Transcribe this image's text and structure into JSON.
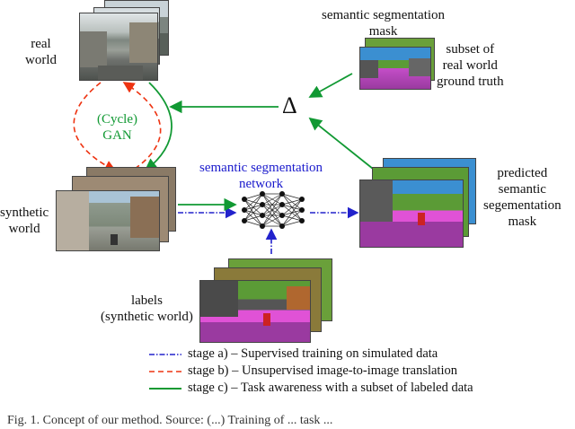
{
  "diagram": {
    "real_world_label_1": "real",
    "real_world_label_2": "world",
    "gan_label_1": "(Cycle)",
    "gan_label_2": "GAN",
    "synthetic_world_label_1": "synthetic",
    "synthetic_world_label_2": "world",
    "delta_symbol": "Δ",
    "mask_label_1": "semantic segmentation",
    "mask_label_2": "mask",
    "subset_label_1": "subset of",
    "subset_label_2": "real world",
    "subset_label_3": "ground truth",
    "network_label_1": "semantic segmentation",
    "network_label_2": "network",
    "predicted_label_1": "predicted",
    "predicted_label_2": "semantic",
    "predicted_label_3": "segementation",
    "predicted_label_4": "mask",
    "labels_label_1": "labels",
    "labels_label_2": "(synthetic world)"
  },
  "legend": {
    "stage_a": "stage a) – Supervised training on simulated data",
    "stage_b": "stage b) – Unsupervised image-to-image translation",
    "stage_c": "stage c) – Task awareness with a subset of labeled data"
  },
  "colors": {
    "stage_a": "#2222cc",
    "stage_b": "#ee3311",
    "stage_c": "#119933",
    "network_label": "#1a1acc",
    "gan_label": "#119933"
  },
  "caption": "Fig. 1.   Concept of our method. Source: (...) Training of ... task ..."
}
